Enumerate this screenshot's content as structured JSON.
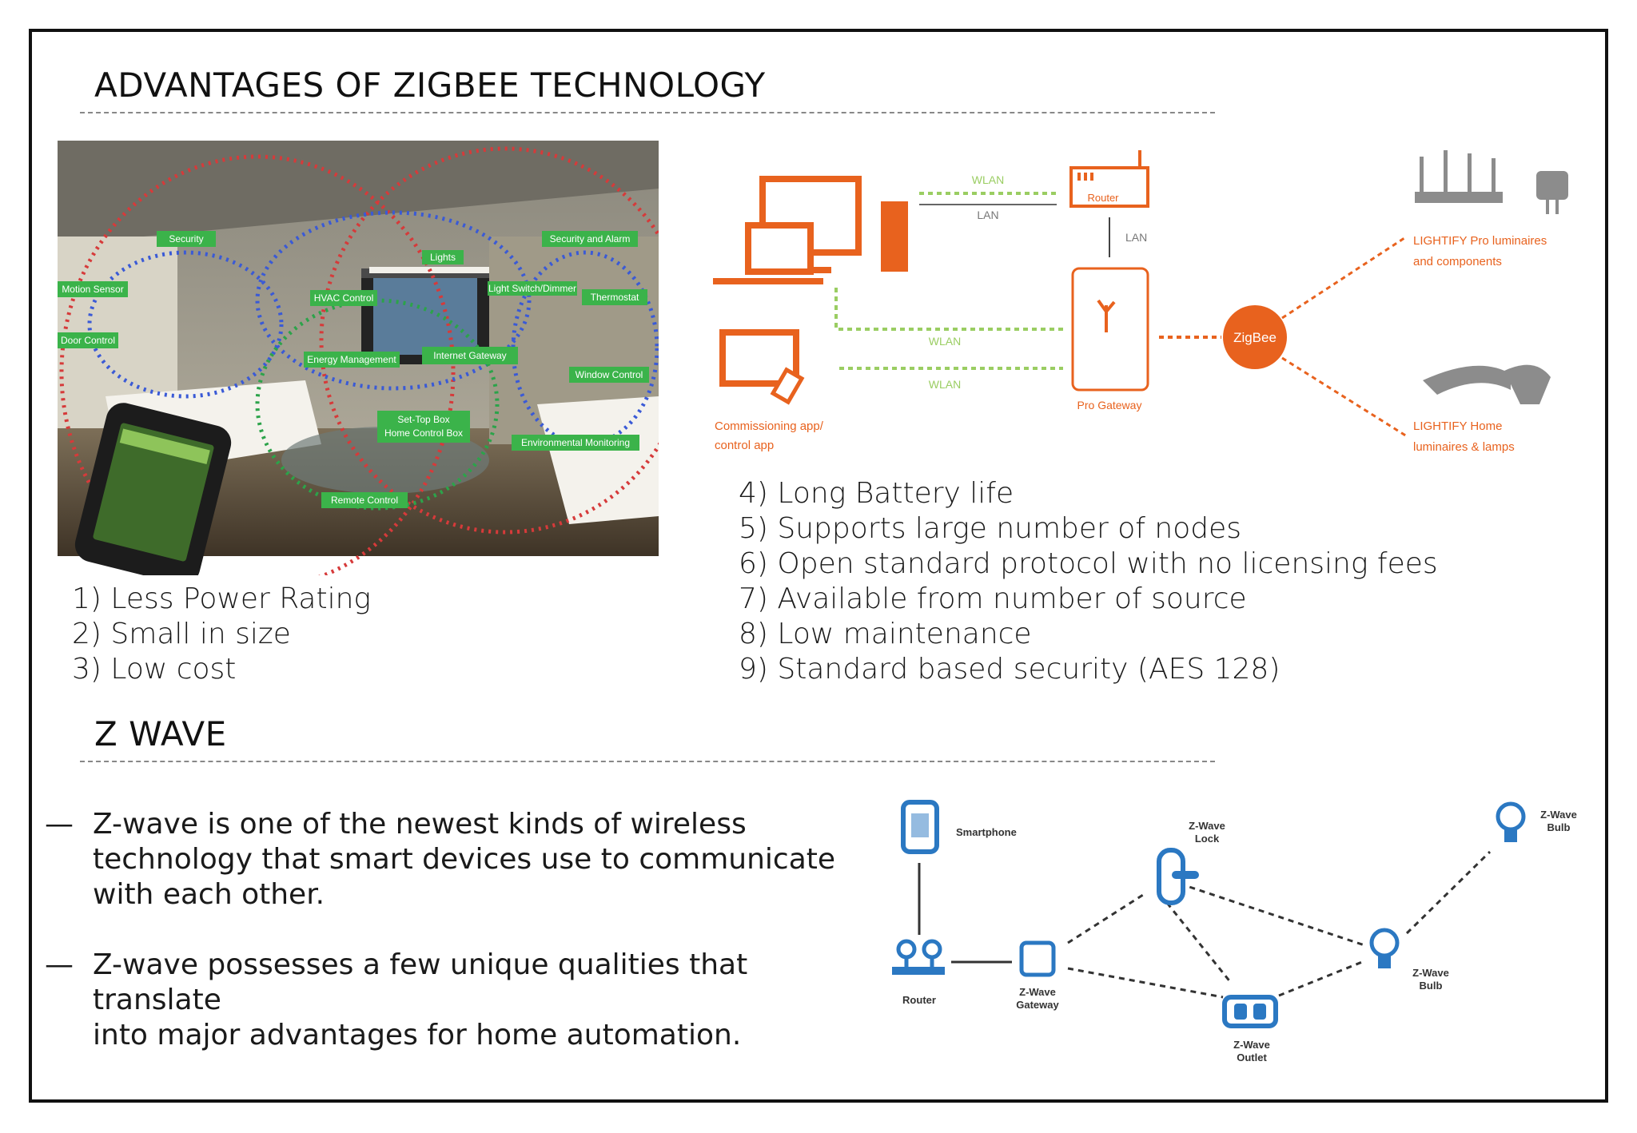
{
  "section1": {
    "title": "ADVANTAGES OF ZIGBEE TECHNOLOGY",
    "list_left": [
      "1) Less Power Rating",
      "2) Small in size",
      "3) Low cost"
    ],
    "list_right": [
      "4) Long Battery life",
      "5) Supports large number of nodes",
      "6) Open standard protocol with no licensing fees",
      "7) Available from number of source",
      "8) Low maintenance",
      "9) Standard based security (AES 128)"
    ]
  },
  "room_image": {
    "labels": [
      "Security",
      "Lights",
      "Security and Alarm",
      "Motion Sensor",
      "HVAC Control",
      "Light Switch/Dimmer",
      "Thermostat",
      "Door Control",
      "Energy Management",
      "Internet Gateway",
      "Window Control",
      "Set-Top Box",
      "Home Control Box",
      "Environmental Monitoring",
      "Remote Control"
    ]
  },
  "zigbee_diagram": {
    "wlan_top": "WLAN",
    "lan_top": "LAN",
    "router": "Router",
    "lan_vertical": "LAN",
    "wlan_mid": "WLAN",
    "wlan_low": "WLAN",
    "pro_gateway": "Pro Gateway",
    "zigbee": "ZigBee",
    "commissioning_1": "Commissioning app/",
    "commissioning_2": "control app",
    "lightify_pro_1": "LIGHTIFY Pro luminaires",
    "lightify_pro_2": "and components",
    "lightify_home_1": "LIGHTIFY Home",
    "lightify_home_2": "luminaires & lamps",
    "accent": "#e8621e"
  },
  "section2": {
    "title": "Z WAVE",
    "bullet_dash": "—",
    "bullets": [
      [
        "Z-wave is one of the newest kinds of wireless",
        "technology that smart devices use to communicate",
        "with each other."
      ],
      [
        "Z-wave possesses a few unique qualities that translate",
        "into major advantages for home automation."
      ]
    ]
  },
  "zwave_diagram": {
    "smartphone": "Smartphone",
    "router": "Router",
    "gateway_1": "Z-Wave",
    "gateway_2": "Gateway",
    "lock_1": "Z-Wave",
    "lock_2": "Lock",
    "outlet_1": "Z-Wave",
    "outlet_2": "Outlet",
    "bulb1_1": "Z-Wave",
    "bulb1_2": "Bulb",
    "bulb2_1": "Z-Wave",
    "bulb2_2": "Bulb",
    "accent": "#2b78c2"
  }
}
